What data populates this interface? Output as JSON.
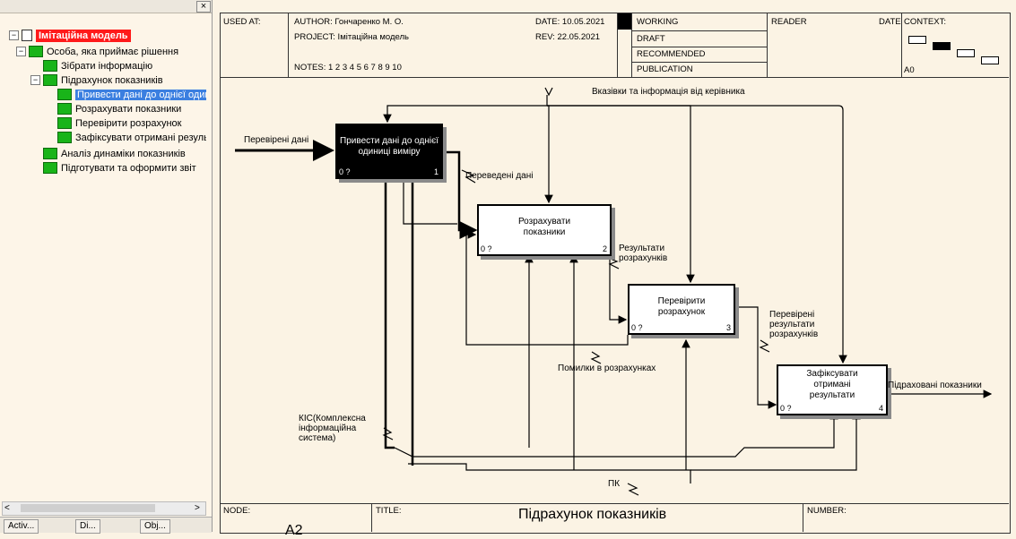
{
  "tree": {
    "close_glyph": "×",
    "items": [
      {
        "label": "Імітаційна модель"
      },
      {
        "label": "Особа, яка приймає рішення"
      },
      {
        "label": "Зібрати інформацію"
      },
      {
        "label": "Підрахунок показників"
      },
      {
        "label": "Привести дані  до однієї одиниці виміру"
      },
      {
        "label": "Розрахувати показники"
      },
      {
        "label": "Перевірити розрахунок"
      },
      {
        "label": "Зафіксувати отримані результати"
      },
      {
        "label": "Аналіз динаміки показників"
      },
      {
        "label": "Підготувати та оформити звіт"
      }
    ],
    "tabs": [
      "Activ...",
      "Di...",
      "Obj..."
    ]
  },
  "header": {
    "used_at": "USED AT:",
    "author": "AUTHOR:  Гончаренко М. О.",
    "project": "PROJECT:  Імітаційна модель",
    "notes": "NOTES:  1  2  3  4  5  6  7  8  9  10",
    "date": "DATE: 10.05.2021",
    "rev": "REV:   22.05.2021",
    "working": "WORKING",
    "draft": "DRAFT",
    "recommended": "RECOMMENDED",
    "publication": "PUBLICATION",
    "reader": "READER",
    "date_col": "DATE",
    "context": "CONTEXT:",
    "context_node": "A0"
  },
  "diagram": {
    "boxes": [
      {
        "title": "Привести дані  до однієї одиниці виміру",
        "corner": "0 ?",
        "num": "1"
      },
      {
        "title": "Розрахувати показники",
        "corner": "0 ?",
        "num": "2"
      },
      {
        "title": "Перевірити розрахунок",
        "corner": "0 ?",
        "num": "3"
      },
      {
        "title": "Зафіксувати отримані результати",
        "corner": "0 ?",
        "num": "4"
      }
    ],
    "arrows": {
      "control_top": "Вказівки та інформація від керівника",
      "input_checked": "Перевірені дані",
      "converted": "Переведені дані",
      "results": "Результати розрахунків",
      "verified": "Перевірені результати розрахунків",
      "errors": "Помилки в розрахунках",
      "output": "Підраховані показники",
      "kis": "КІС(Комплексна інформаційна система)",
      "pc": "ПК"
    }
  },
  "footer": {
    "node": "NODE:",
    "title_label": "TITLE:",
    "title": "Підрахунок показників",
    "number": "NUMBER:",
    "node_value": "A2"
  },
  "colors": {
    "root_node": "#ff1a1a",
    "selected_node": "#3b7fe0",
    "tree_square": "#19b419",
    "background": "#fbf3e4"
  }
}
